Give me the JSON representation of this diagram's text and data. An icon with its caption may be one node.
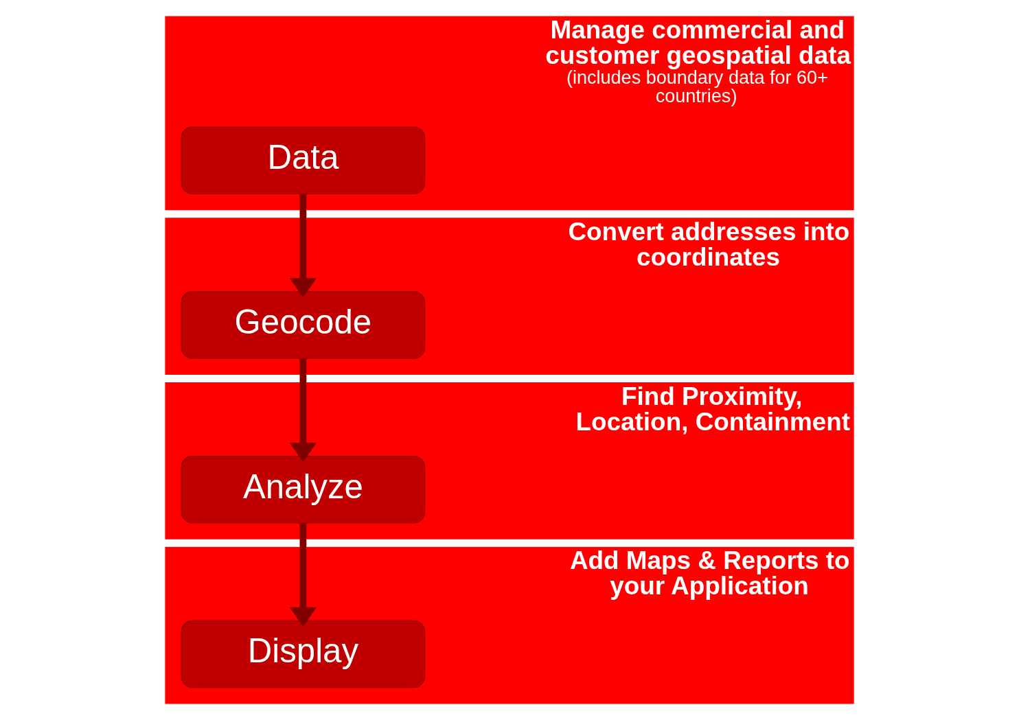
{
  "diagram": {
    "nodes": [
      {
        "text": [
          "Manage commercial and customer geospatial data",
          "(includes boundary data for 60+ countries)"
        ]
      },
      {
        "text": [
          "Data"
        ],
        "in": 0
      },
      {
        "text": [
          "Convert addresses into coordinates"
        ]
      },
      {
        "text": [
          "Geocode"
        ],
        "in": 2
      },
      {
        "text": [
          "Find Proximity, Location, Containment"
        ]
      },
      {
        "text": [
          "Analyze"
        ],
        "in": 4
      },
      {
        "text": [
          "Add Maps & Reports to your Application"
        ]
      },
      {
        "text": [
          "Display"
        ],
        "in": 6
      }
    ],
    "edges": [
      {
        "from": 1,
        "to": 3,
        "arrow": "to"
      },
      {
        "from": 3,
        "to": 5,
        "arrow": "to"
      },
      {
        "from": 5,
        "to": 7,
        "arrow": "to"
      }
    ]
  }
}
